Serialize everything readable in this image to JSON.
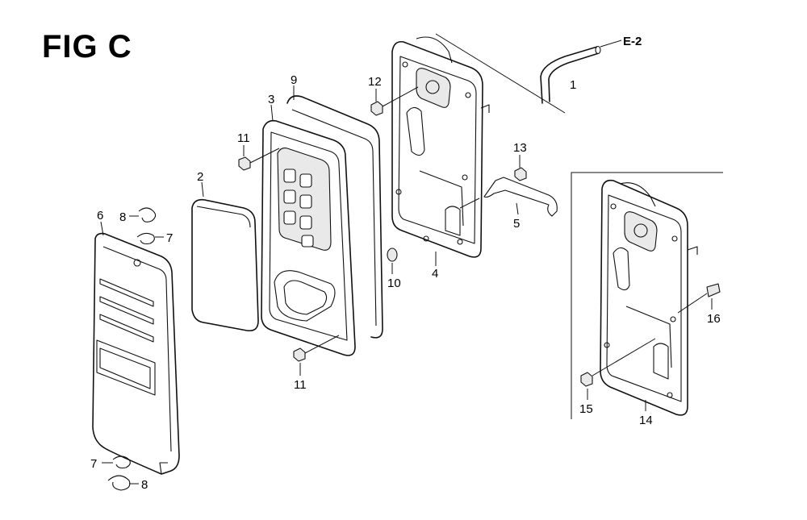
{
  "figure": {
    "title": "FIG C"
  },
  "references": {
    "e2": "E-2"
  },
  "callouts": {
    "c1": "1",
    "c2": "2",
    "c3": "3",
    "c4": "4",
    "c5": "5",
    "c6": "6",
    "c7a": "7",
    "c7b": "7",
    "c8a": "8",
    "c8b": "8",
    "c9": "9",
    "c10": "10",
    "c11a": "11",
    "c11b": "11",
    "c12": "12",
    "c13": "13",
    "c14": "14",
    "c15": "15",
    "c16": "16"
  },
  "colors": {
    "line": "#111111",
    "background": "#ffffff"
  }
}
